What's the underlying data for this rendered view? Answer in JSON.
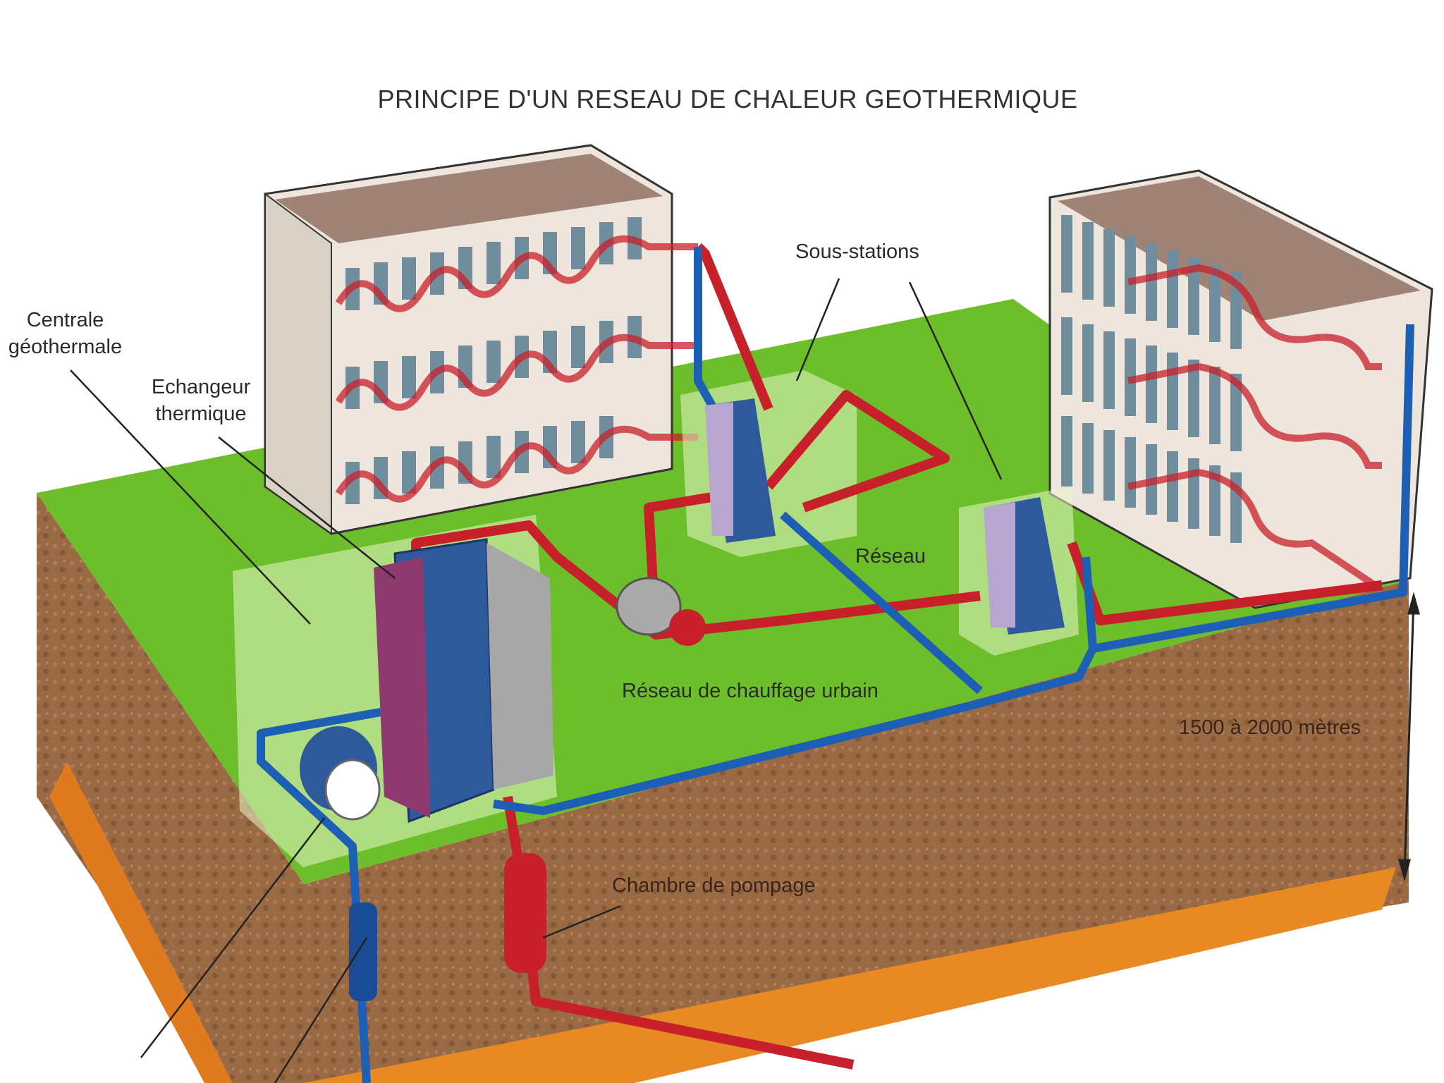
{
  "title": "PRINCIPE D'UN RESEAU DE CHALEUR GEOTHERMIQUE",
  "labels": {
    "sous_stations": "Sous-stations",
    "centrale_line1": "Centrale",
    "centrale_line2": "géothermale",
    "echangeur_line1": "Echangeur",
    "echangeur_line2": "thermique",
    "reseau": "Réseau",
    "reseau_chauffage": "Réseau de chauffage urbain",
    "depth": "1500 à 2000 mètres",
    "chambre": "Chambre de pompage"
  },
  "colors": {
    "hot_pipe": "#c8202a",
    "cold_pipe": "#1d5fb4",
    "ground": "#6cbf2a",
    "soil": "#9a6a45",
    "aquifer": "#e07a1e"
  }
}
